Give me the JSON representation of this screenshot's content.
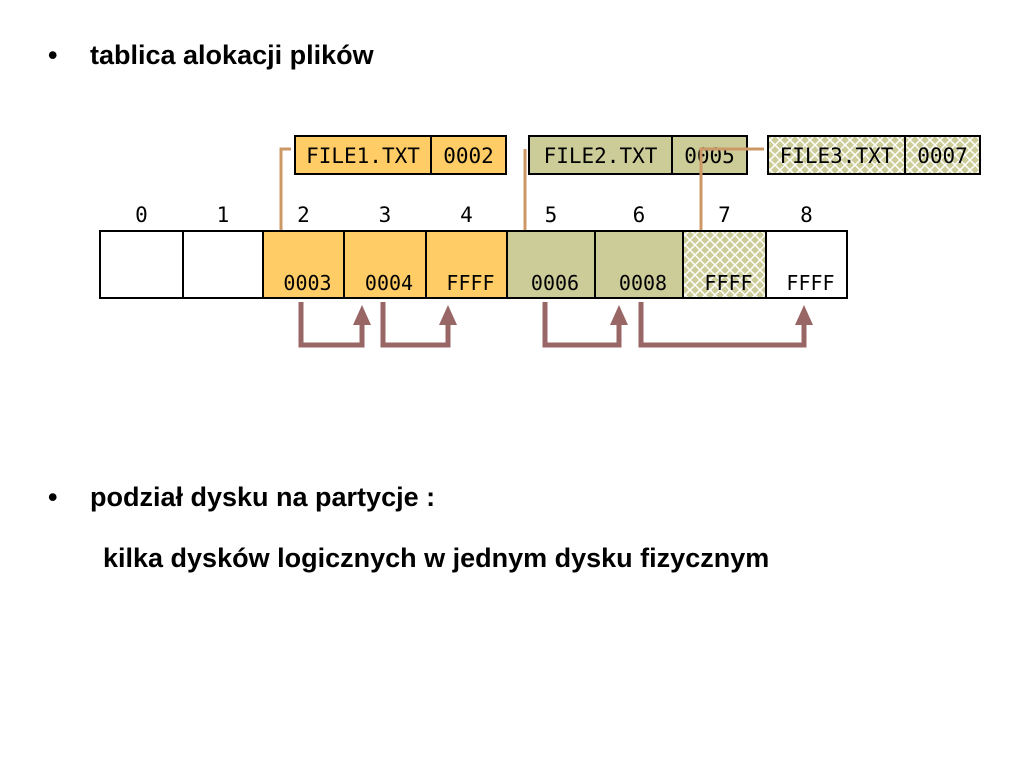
{
  "bullets": [
    {
      "dot": "•",
      "text": "tablica alokacji plików"
    },
    {
      "dot": "•",
      "text": "podział dysku na partycje :"
    }
  ],
  "subline": "kilka dysków logicznych w jednym dysku fizycznym",
  "colors": {
    "file1": "#ffcc66",
    "file2": "#cccc99",
    "file3_pattern": "#cccc99",
    "empty": "#ffffff",
    "connector": "#cc9966",
    "arrow": "#996666",
    "border": "#000000"
  },
  "directory": [
    {
      "name": "FILE1.TXT",
      "start": "0002",
      "cluster": 2,
      "color": "file1"
    },
    {
      "name": "FILE2.TXT",
      "start": "0005",
      "cluster": 5,
      "color": "file2"
    },
    {
      "name": "FILE3.TXT",
      "start": "0007",
      "cluster": 7,
      "color": "file3"
    }
  ],
  "clusters": [
    {
      "index": "0",
      "value": "",
      "color": "empty"
    },
    {
      "index": "1",
      "value": "",
      "color": "empty"
    },
    {
      "index": "2",
      "value": "0003",
      "color": "file1"
    },
    {
      "index": "3",
      "value": "0004",
      "color": "file1"
    },
    {
      "index": "4",
      "value": "FFFF",
      "color": "file1"
    },
    {
      "index": "5",
      "value": "0006",
      "color": "file2"
    },
    {
      "index": "6",
      "value": "0008",
      "color": "file2"
    },
    {
      "index": "7",
      "value": "FFFF",
      "color": "file3"
    },
    {
      "index": "8",
      "value": "FFFF",
      "color": "empty"
    }
  ],
  "chains": [
    {
      "from": 2,
      "to": 3
    },
    {
      "from": 3,
      "to": 4
    },
    {
      "from": 5,
      "to": 6
    },
    {
      "from": 6,
      "to": 8
    }
  ]
}
